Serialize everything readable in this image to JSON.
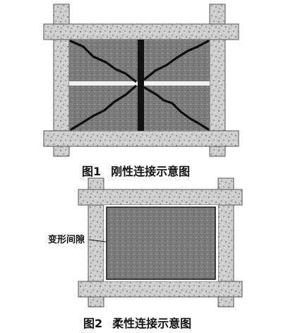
{
  "figure1": {
    "number": "图1",
    "title": "刚性连接示意图"
  },
  "figure2": {
    "number": "图2",
    "title": "柔性连接示意图",
    "gap_label": "变形间隙"
  }
}
